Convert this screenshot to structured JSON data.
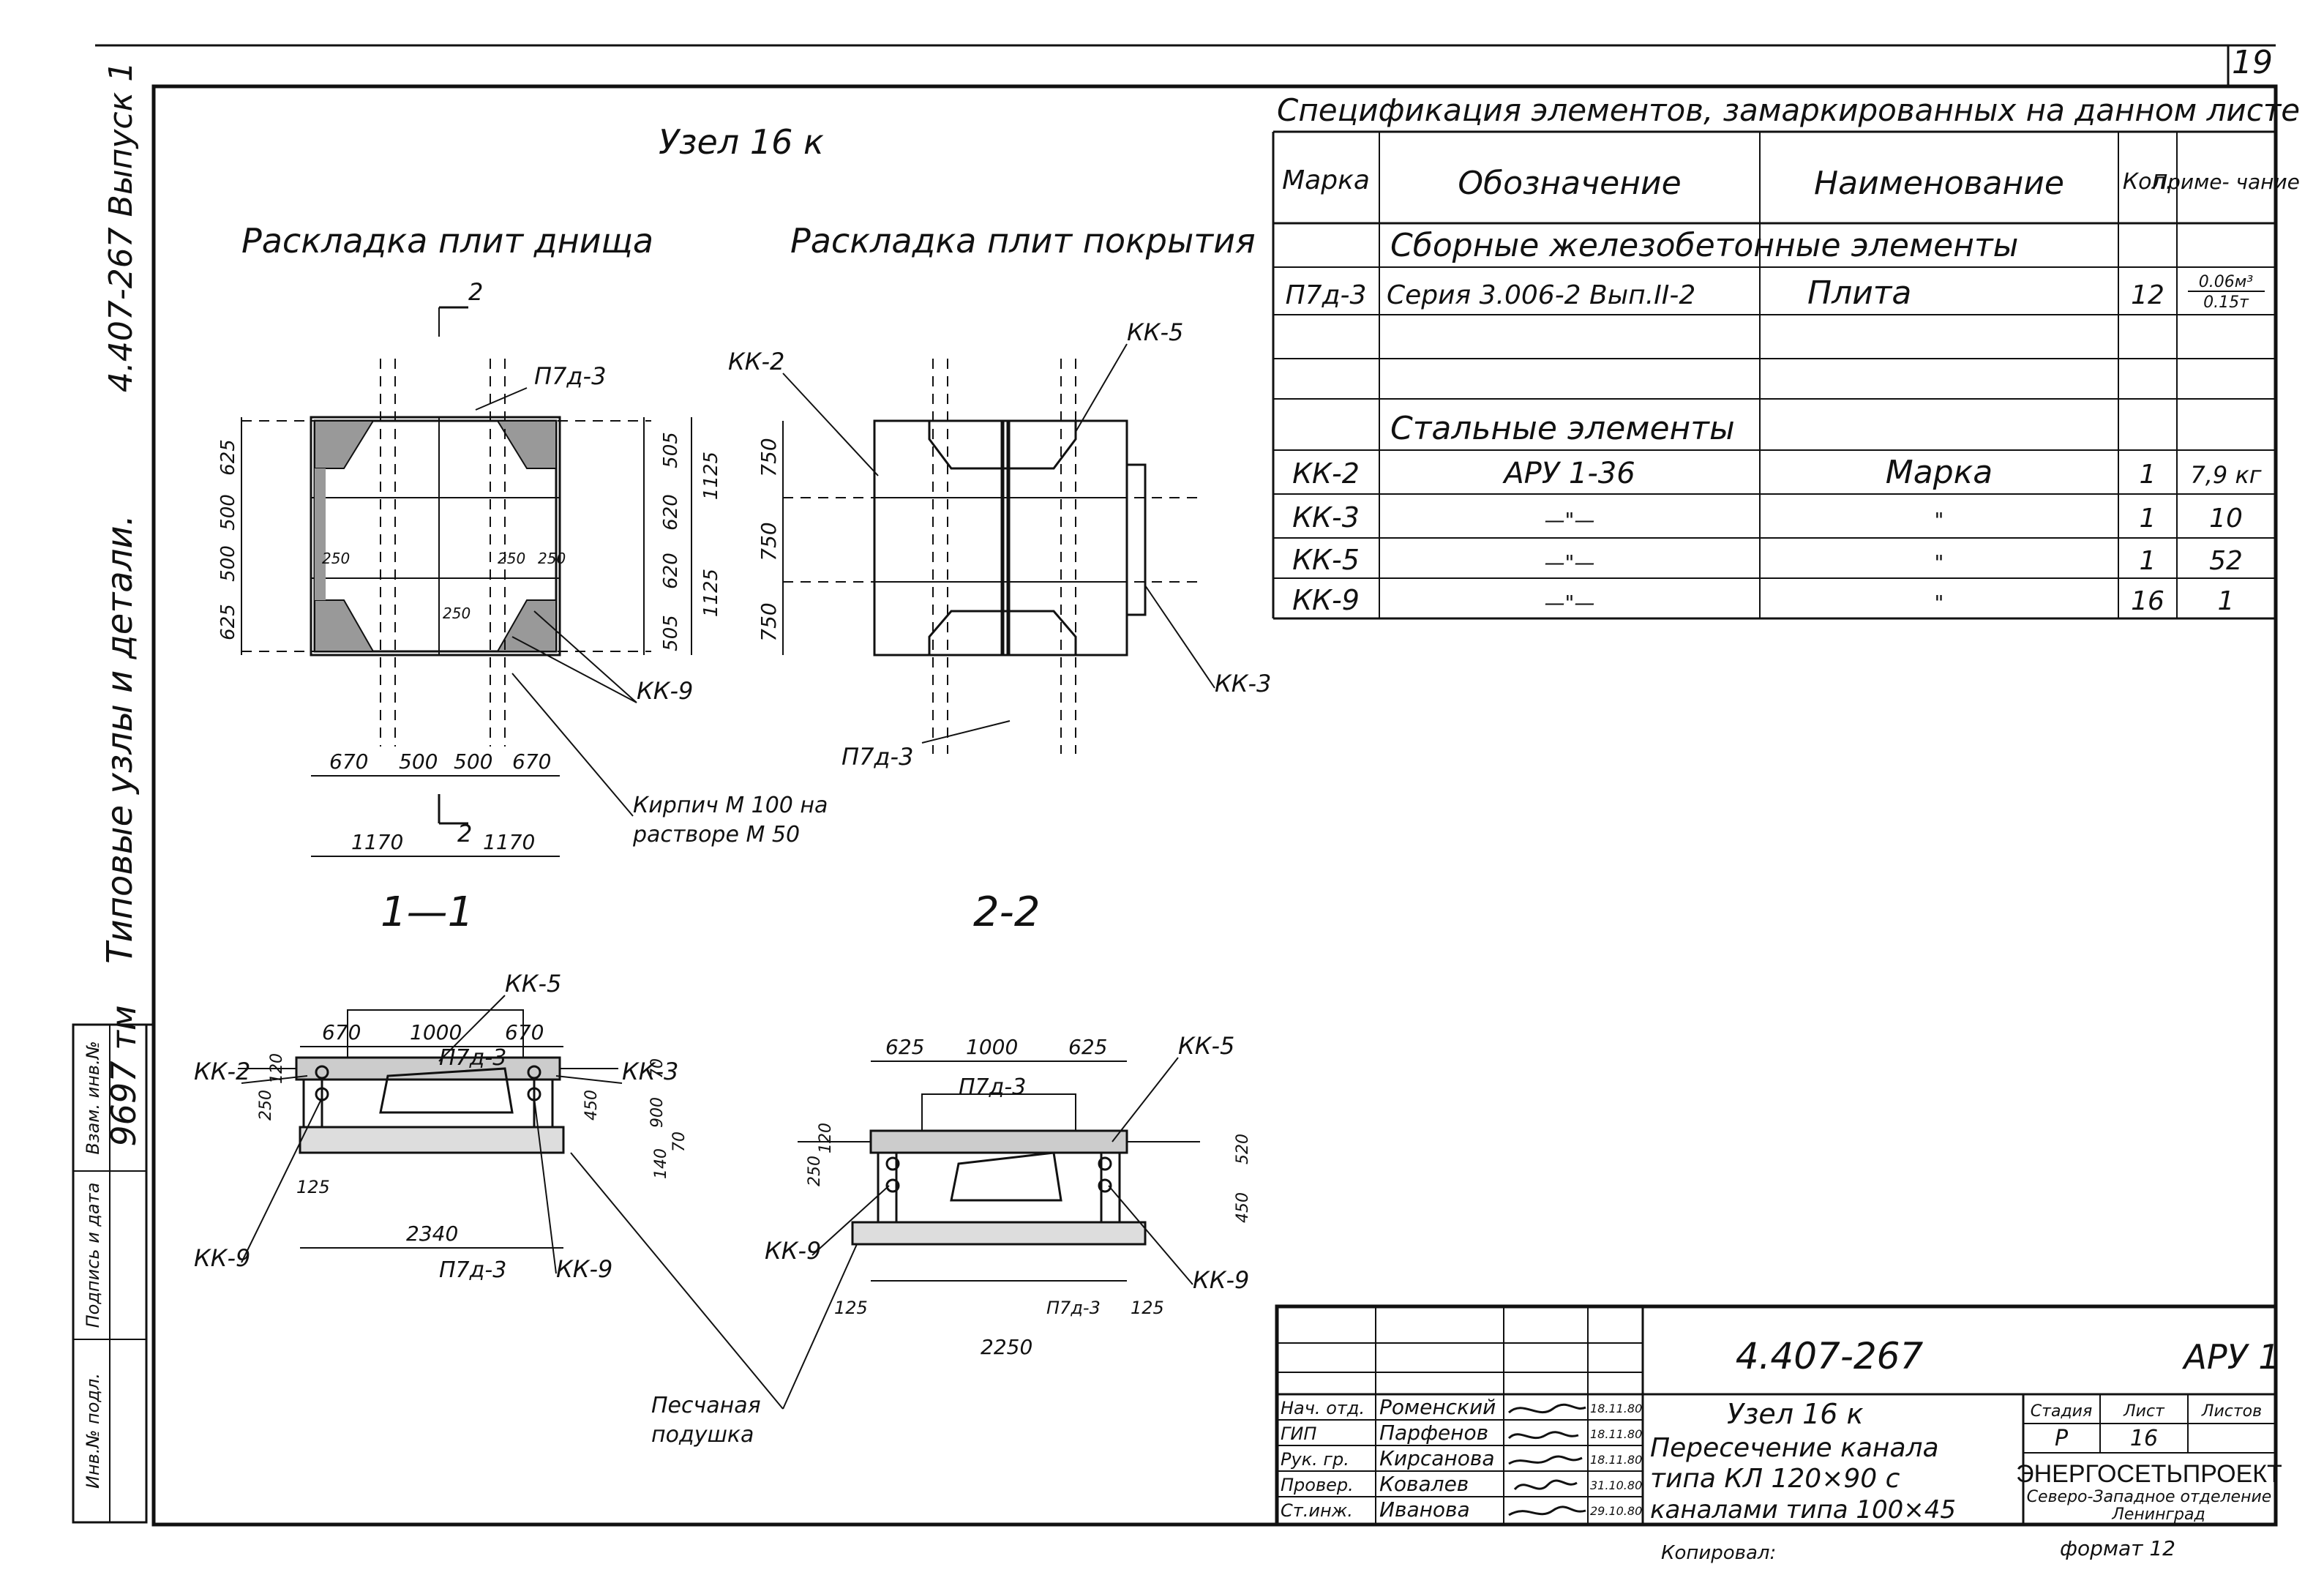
{
  "sheet": {
    "number": "19",
    "format_label": "формат 12",
    "copied_label": "Копировал:"
  },
  "side_strip": {
    "series_text": "4.407-267 Выпуск 1",
    "title_text": "Типовые узлы и детали.",
    "inventory_number": "9697 тм",
    "fields": [
      "Взам. инв.№",
      "Подпись и дата",
      "Инв.№ подл."
    ]
  },
  "drawing": {
    "node_title": "Узел 16 к",
    "bottom_layout_title": "Раскладка плит днища",
    "top_layout_title": "Раскладка плит покрытия",
    "section_1": "1—1",
    "section_2": "2-2",
    "labels": {
      "p7d3": "П7д-3",
      "kk2": "КК-2",
      "kk3": "КК-3",
      "kk5": "КК-5",
      "kk9": "КК-9",
      "brick_note_1": "Кирпич М 100 на",
      "brick_note_2": "растворе М 50",
      "sand_note_1": "Песчаная",
      "sand_note_2": "подушка",
      "cut_mark": "2"
    },
    "plan_dims": {
      "horizontal": [
        "670",
        "500",
        "500",
        "670"
      ],
      "totals": [
        "1170",
        "1170"
      ],
      "left_vertical": [
        "625",
        "500",
        "500",
        "625"
      ],
      "right_inner": [
        "505",
        "620",
        "620",
        "505"
      ],
      "right_outer": [
        "1125",
        "1125"
      ],
      "small": [
        "250",
        "250",
        "250",
        "250"
      ]
    },
    "cover_dims": [
      "750",
      "750",
      "750"
    ],
    "section1_dims": {
      "top": [
        "670",
        "1000",
        "670"
      ],
      "left": [
        "120",
        "250"
      ],
      "right": [
        "70",
        "450",
        "900",
        "70",
        "140"
      ],
      "bottom": [
        "125",
        "2340"
      ]
    },
    "section2_dims": {
      "top": [
        "625",
        "1000",
        "625"
      ],
      "left": [
        "120",
        "250"
      ],
      "right": [
        "520",
        "450"
      ],
      "bottom": [
        "125",
        "125",
        "2250"
      ]
    }
  },
  "spec_table": {
    "title": "Спецификация элементов, замаркированных на данном листе",
    "headers": [
      "Марка",
      "Обозначение",
      "Наименование",
      "Кол.",
      "Приме-\nчание"
    ],
    "section_precast": "Сборные железобетонные элементы",
    "precast_rows": [
      {
        "mark": "П7д-3",
        "designation": "Серия 3.006-2 Вып.II-2",
        "name": "Плита",
        "qty": "12",
        "note_top": "0.06м³",
        "note_bottom": "0.15т"
      }
    ],
    "section_steel": "Стальные элементы",
    "steel_rows": [
      {
        "mark": "КК-2",
        "designation": "АРУ 1-36",
        "name": "Марка",
        "qty": "1",
        "note": "7,9 кг"
      },
      {
        "mark": "КК-3",
        "designation": "—\"—",
        "name": "\"",
        "qty": "1",
        "note": "10"
      },
      {
        "mark": "КК-5",
        "designation": "—\"—",
        "name": "\"",
        "qty": "1",
        "note": "52"
      },
      {
        "mark": "КК-9",
        "designation": "—\"—",
        "name": "\"",
        "qty": "16",
        "note": "1"
      }
    ]
  },
  "title_block": {
    "code": "4.407-267",
    "album": "АРУ 1",
    "roles": [
      "Нач. отд.",
      "ГИП",
      "Рук. гр.",
      "Провер.",
      "Ст.инж."
    ],
    "names": [
      "Роменский",
      "Парфенов",
      "Кирсанова",
      "Ковалев",
      "Иванова"
    ],
    "dates": [
      "18.11.80",
      "18.11.80",
      "18.11.80",
      "31.10.80",
      "29.10.80"
    ],
    "drawing_title": [
      "Узел 16 к",
      "Пересечение канала",
      "типа КЛ 120×90 с",
      "каналами типа 100×45"
    ],
    "stage_header": "Стадия",
    "sheet_header": "Лист",
    "sheets_header": "Листов",
    "stage": "Р",
    "sheet": "16",
    "org": "ЭНЕРГОСЕТЬПРОЕКТ",
    "org_sub": "Северо-Западное отделение",
    "org_city": "Ленинград"
  }
}
